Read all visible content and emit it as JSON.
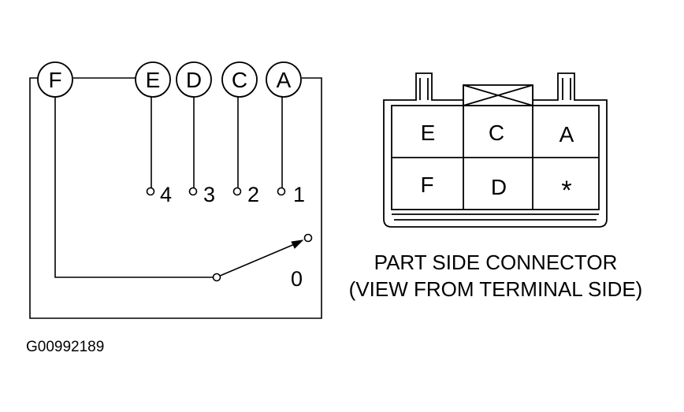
{
  "schematic": {
    "terminals": [
      "F",
      "E",
      "D",
      "C",
      "A"
    ],
    "positions": [
      "4",
      "3",
      "2",
      "1"
    ],
    "off_position": "0"
  },
  "connector": {
    "cavities_top": [
      "E",
      "C",
      "A"
    ],
    "cavities_bottom": [
      "F",
      "D",
      "*"
    ],
    "caption_line1": "PART SIDE CONNECTOR",
    "caption_line2": "(VIEW FROM TERMINAL SIDE)"
  },
  "figure_id": "G00992189"
}
